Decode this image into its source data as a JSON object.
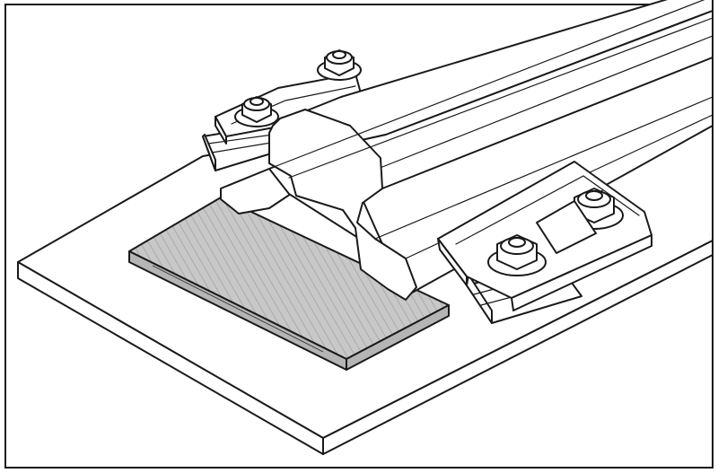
{
  "figure": {
    "subject": "",
    "colors": {
      "line": "#1a1a1a",
      "fill": "#ffffff",
      "pad": "#c8c8c8",
      "pad_stripe": "#9a9a9a",
      "frame": "#1a1a1a"
    },
    "components": [
      "frame",
      "base-plate",
      "rail",
      "elastomer-pad",
      "clip-rear",
      "clip-front",
      "bolt-nut",
      "washer"
    ]
  }
}
